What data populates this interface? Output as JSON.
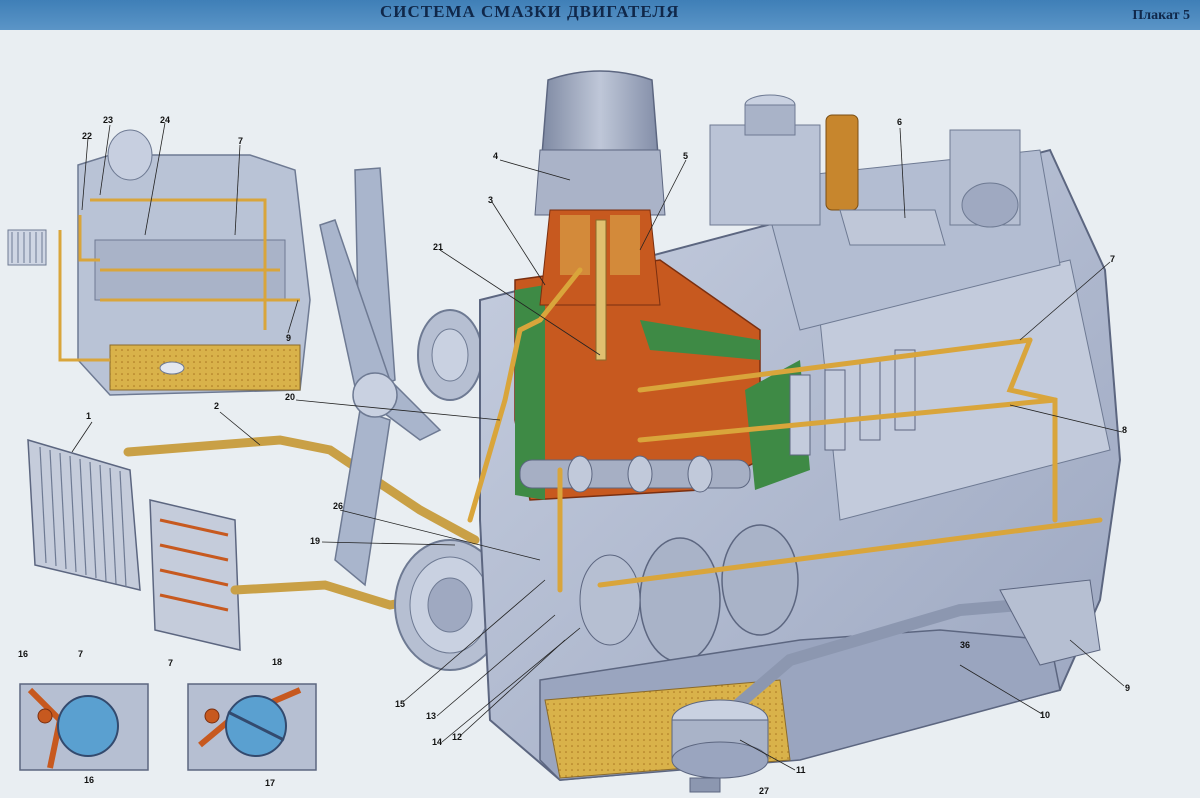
{
  "header": {
    "title": "СИСТЕМА СМАЗКИ ДВИГАТЕЛЯ",
    "poster_number": "Плакат 5"
  },
  "callouts": [
    "1",
    "2",
    "3",
    "4",
    "5",
    "6",
    "7",
    "8",
    "9",
    "10",
    "11",
    "12",
    "13",
    "14",
    "15",
    "16",
    "17",
    "18",
    "19",
    "20",
    "21",
    "22",
    "23",
    "24",
    "26",
    "27",
    "36"
  ],
  "colors": {
    "oil": "#d9b24a",
    "oil_channel": "#c7591f",
    "engine_block": "#b8c2d6",
    "water_jacket": "#3e8a45",
    "header_band": "#4a86bd",
    "paper": "#e9eef2"
  }
}
